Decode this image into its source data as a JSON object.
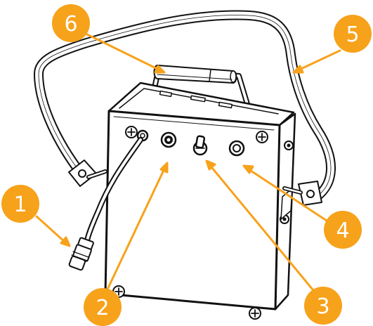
{
  "callouts": [
    {
      "id": "1",
      "label": "1"
    },
    {
      "id": "2",
      "label": "2"
    },
    {
      "id": "3",
      "label": "3"
    },
    {
      "id": "4",
      "label": "4"
    },
    {
      "id": "5",
      "label": "5"
    },
    {
      "id": "6",
      "label": "6"
    }
  ],
  "colors": {
    "callout": "#f7a21b",
    "line": "#111111",
    "fill": "#ffffff",
    "callout_text": "#ffffff"
  }
}
